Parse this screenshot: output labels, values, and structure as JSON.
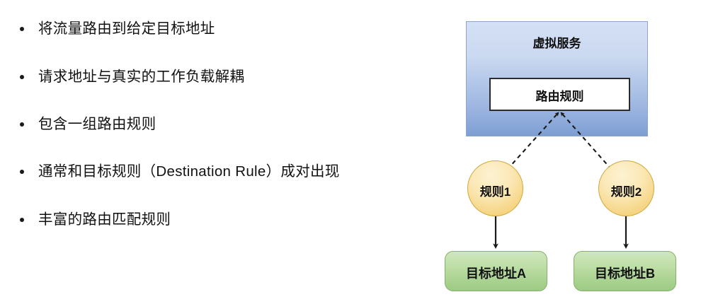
{
  "slide": {
    "background_color": "#ffffff",
    "bullets": [
      {
        "id": "bullet-0",
        "text": "将流量路由到给定目标地址"
      },
      {
        "id": "bullet-1",
        "text": "请求地址与真实的工作负载解耦"
      },
      {
        "id": "bullet-2",
        "text": "包含一组路由规则"
      },
      {
        "id": "bullet-3",
        "text": "通常和目标规则（Destination Rule）成对出现"
      },
      {
        "id": "bullet-4",
        "text": "丰富的路由匹配规则"
      }
    ],
    "diagram": {
      "virtual_service": {
        "label": "虚拟服务",
        "fill_top": "#d4e0f4",
        "fill_bottom": "#7d9ed3",
        "border_color": "#8ba5cd"
      },
      "route_rule": {
        "label": "路由规则",
        "fill": "#ffffff",
        "border_color": "#2b2b2b"
      },
      "rules": [
        {
          "label": "规则1",
          "fill": "#fbe7b4",
          "border_color": "#cfa83f"
        },
        {
          "label": "规则2",
          "fill": "#fbe7b4",
          "border_color": "#cfa83f"
        }
      ],
      "destinations": [
        {
          "label": "目标地址A",
          "fill_top": "#cfe6bd",
          "fill_bottom": "#9dcb84",
          "border_color": "#86b06a"
        },
        {
          "label": "目标地址B",
          "fill_top": "#cfe6bd",
          "fill_bottom": "#9dcb84",
          "border_color": "#86b06a"
        }
      ],
      "connectors": [
        {
          "from": "规则1",
          "to": "路由规则",
          "style": "dashed",
          "arrow": "to-route-rule"
        },
        {
          "from": "规则2",
          "to": "路由规则",
          "style": "dashed",
          "arrow": "to-route-rule"
        },
        {
          "from": "规则1",
          "to": "目标地址A",
          "style": "solid",
          "arrow": "to-destination"
        },
        {
          "from": "规则2",
          "to": "目标地址B",
          "style": "solid",
          "arrow": "to-destination"
        }
      ],
      "connector_color": "#1a1a1a"
    }
  }
}
